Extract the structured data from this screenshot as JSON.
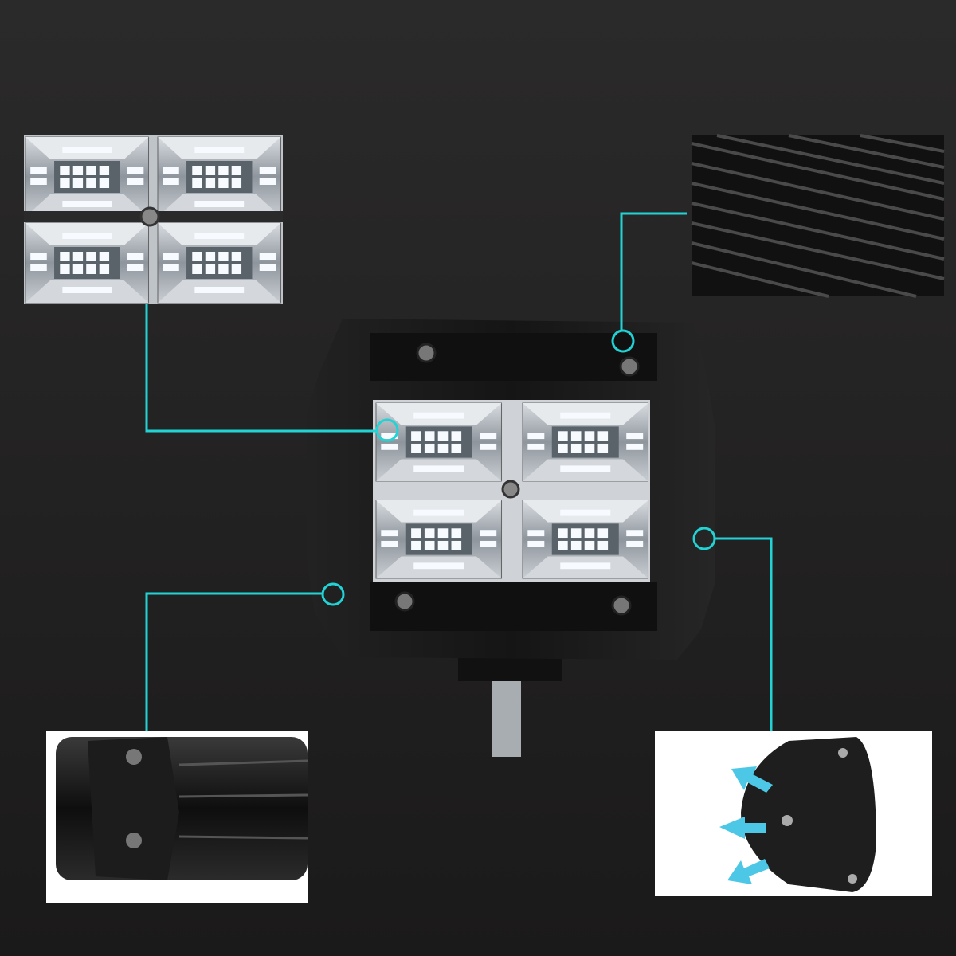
{
  "colors": {
    "background": "#242323",
    "callout": "#22d3d6",
    "housing": "#1a1a1a",
    "led": "#f2f6f8",
    "arrow": "#4cc8e6",
    "inset_white": "#ffffff"
  },
  "insets": [
    {
      "id": "led-closeup",
      "icon": "led-array-icon"
    },
    {
      "id": "heat-sink-fins",
      "icon": "heatsink-icon"
    },
    {
      "id": "aluminum-housing",
      "icon": "housing-icon"
    },
    {
      "id": "side-bracket-airflow",
      "icon": "airflow-arrow-icon"
    }
  ]
}
